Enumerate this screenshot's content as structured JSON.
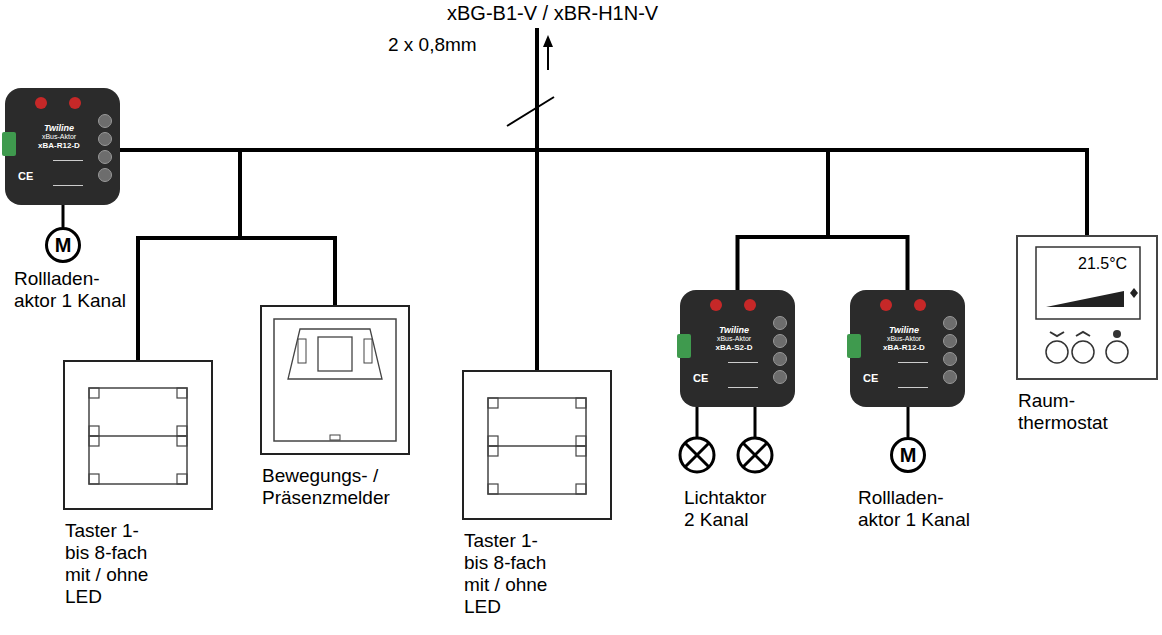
{
  "diagram": {
    "nodes": [
      {
        "text": [
          "Twiline",
          "xBus-Aktor",
          "xBA-R12-D"
        ]
      },
      {
        "text": [
          "M"
        ]
      },
      {
        "text": [
          "Taster 1- bis 8-fach mit / ohne LED"
        ]
      },
      {
        "text": [
          "Bewegungs- / Präsenzmelder"
        ]
      },
      {
        "text": [
          "Taster 1- bis 8-fach mit / ohne LED"
        ]
      },
      {
        "text": [
          "Twiline",
          "xBus-Aktor",
          "xBA-S2-D"
        ]
      },
      {
        "text": [
          "Twiline",
          "xBus-Aktor",
          "xBA-R12-D"
        ]
      },
      {
        "text": [
          "M"
        ]
      },
      {
        "text": [
          "21.5°C",
          "Raum- thermostat"
        ]
      }
    ],
    "edges": [
      {
        "from": 0,
        "to": 1,
        "arrow": "none"
      },
      {
        "from": 0,
        "to": 2,
        "arrow": "none"
      },
      {
        "from": 0,
        "to": 3,
        "arrow": "none"
      },
      {
        "from": 0,
        "to": 4,
        "arrow": "none"
      },
      {
        "from": 0,
        "to": 5,
        "arrow": "none"
      },
      {
        "from": 0,
        "to": 6,
        "arrow": "none"
      },
      {
        "from": 0,
        "to": 8,
        "arrow": "none"
      },
      {
        "from": 6,
        "to": 7,
        "arrow": "none"
      }
    ],
    "labels": [
      "xBG-B1-V / xBR-H1N-V",
      "2 x 0,8mm",
      "Rollladen- aktor 1 Kanal",
      "Lichtaktor 2 Kanal",
      "Rollladen- aktor 1 Kanal",
      "CE",
      "CE",
      "CE"
    ]
  }
}
